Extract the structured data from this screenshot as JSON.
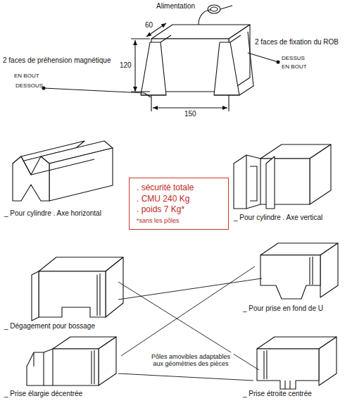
{
  "diagram": {
    "nodes": [
      {
        "text": [
          ". sécurité totale",
          ". CMU 240 Kg",
          ". poids 7 Kg*",
          "*sans les pôles"
        ]
      }
    ],
    "labels": [
      "Alimentation",
      "60",
      "120",
      "150",
      "2 faces de préhension magnétique",
      "EN BOUT",
      "DESSOUS",
      "2 faces de fixation du ROB",
      "DESSUS",
      "EN BOUT",
      "_ Pour cylindre . Axe horizontal",
      "_ Pour cylindre . Axe vertical",
      "_ Dégagement pour bossage",
      "_ Pour prise en fond de U",
      "_ Prise élargie décentrée",
      "_ Prise étroite centrée",
      "Pôles amovibles adaptables aux géométries des pièces"
    ]
  }
}
